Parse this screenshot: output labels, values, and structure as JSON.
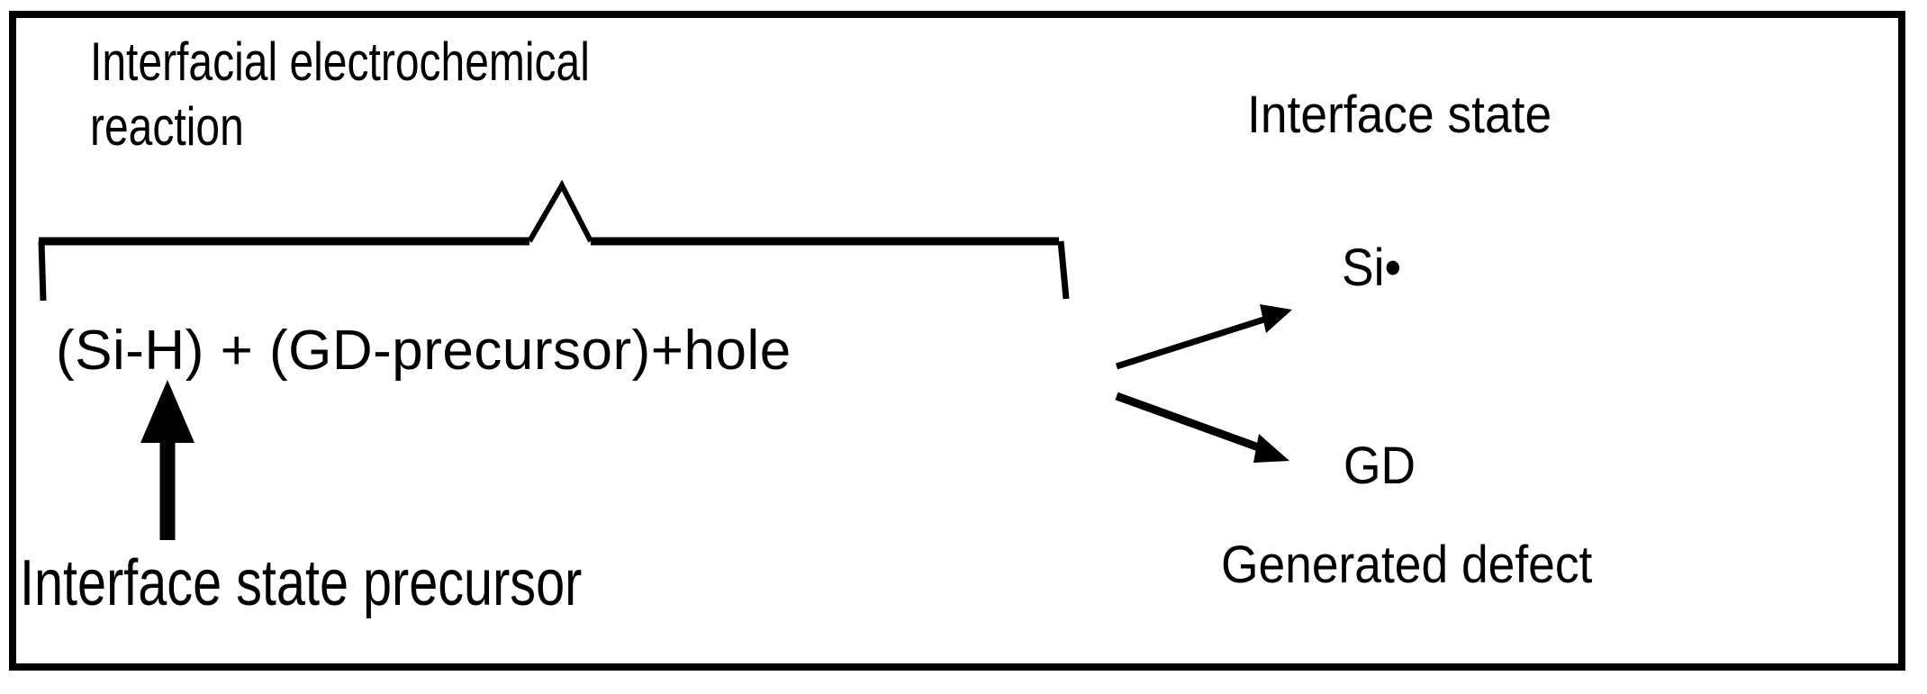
{
  "diagram": {
    "title_line1": "Interfacial electrochemical",
    "title_line2": "reaction",
    "equation": "(Si-H) + (GD-precursor)+hole",
    "precursor_label": "Interface state precursor",
    "interface_state_label": "Interface state",
    "product_radical": "Si•",
    "product_gd": "GD",
    "generated_defect_label": "Generated defect",
    "colors": {
      "stroke": "#000000",
      "background": "#ffffff"
    },
    "shapes": {
      "frame": "rectangle-border",
      "brace": "horizontal-curly-brace",
      "up_arrow": "arrow-up",
      "branch_arrow_upper": "arrow-up-right",
      "branch_arrow_lower": "arrow-down-right"
    }
  }
}
